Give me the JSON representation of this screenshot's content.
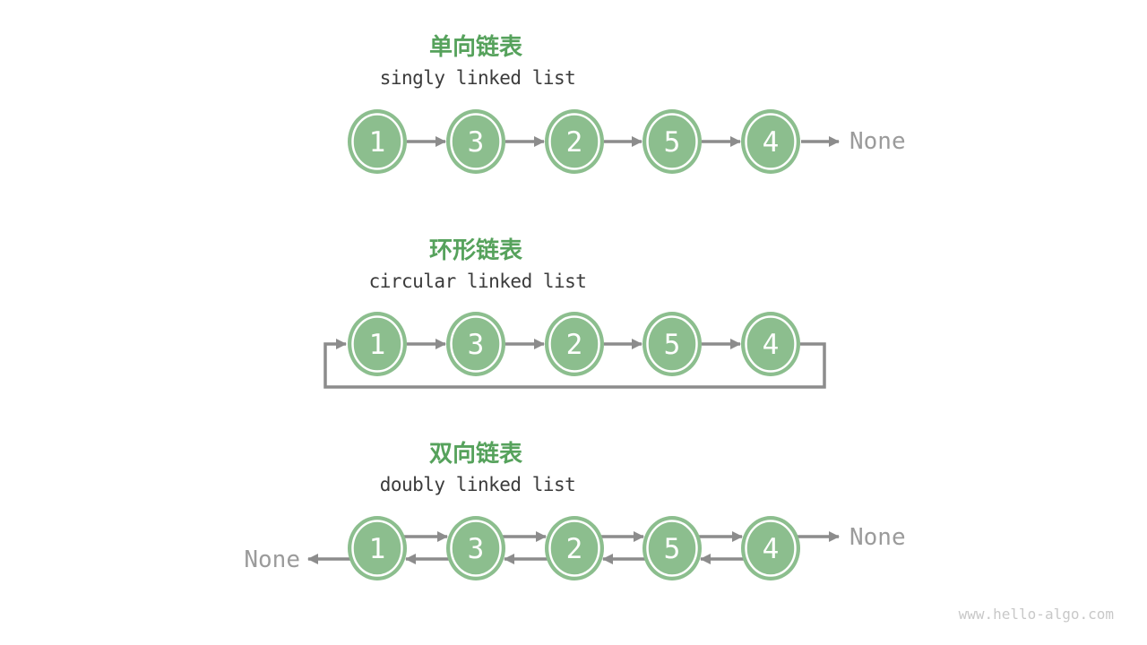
{
  "page": {
    "watermark": "www.hello-algo.com"
  },
  "colors": {
    "title_green": "#56a25c",
    "node_fill": "#8cbe8e",
    "node_ring": "#ffffff",
    "node_text": "#ffffff",
    "arrow": "#8c8c8c",
    "none_text": "#9b9b9b",
    "subtitle_text": "#3b3b3b",
    "watermark_text": "#c8c8c8"
  },
  "diagrams": [
    {
      "kind": "singly",
      "title": "单向链表",
      "subtitle": "singly linked list",
      "nodes": [
        "1",
        "3",
        "2",
        "5",
        "4"
      ],
      "labels": {
        "tail": "None"
      }
    },
    {
      "kind": "circular",
      "title": "环形链表",
      "subtitle": "circular linked list",
      "nodes": [
        "1",
        "3",
        "2",
        "5",
        "4"
      ],
      "labels": {}
    },
    {
      "kind": "doubly",
      "title": "双向链表",
      "subtitle": "doubly linked list",
      "nodes": [
        "1",
        "3",
        "2",
        "5",
        "4"
      ],
      "labels": {
        "head": "None",
        "tail": "None"
      }
    }
  ]
}
